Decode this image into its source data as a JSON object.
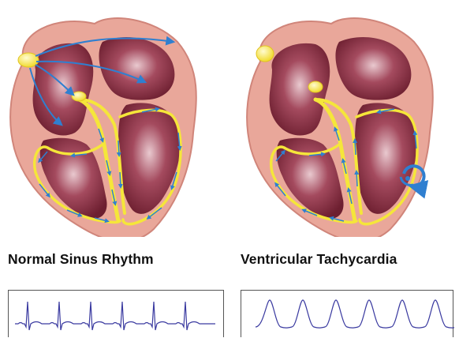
{
  "panels": [
    {
      "caption": "Normal Sinus Rhythm",
      "rhythm": "normal-sinus",
      "beats": 6
    },
    {
      "caption": "Ventricular Tachycardia",
      "rhythm": "ventricular-tachycardia",
      "beats": 6
    }
  ],
  "colors": {
    "heart_wall": "#e9a79a",
    "chamber": "#7a2636",
    "node": "#f2de2e",
    "conduction": "#f5e63a",
    "arrow": "#2f7fd0",
    "trace": "#3a3aa0"
  }
}
